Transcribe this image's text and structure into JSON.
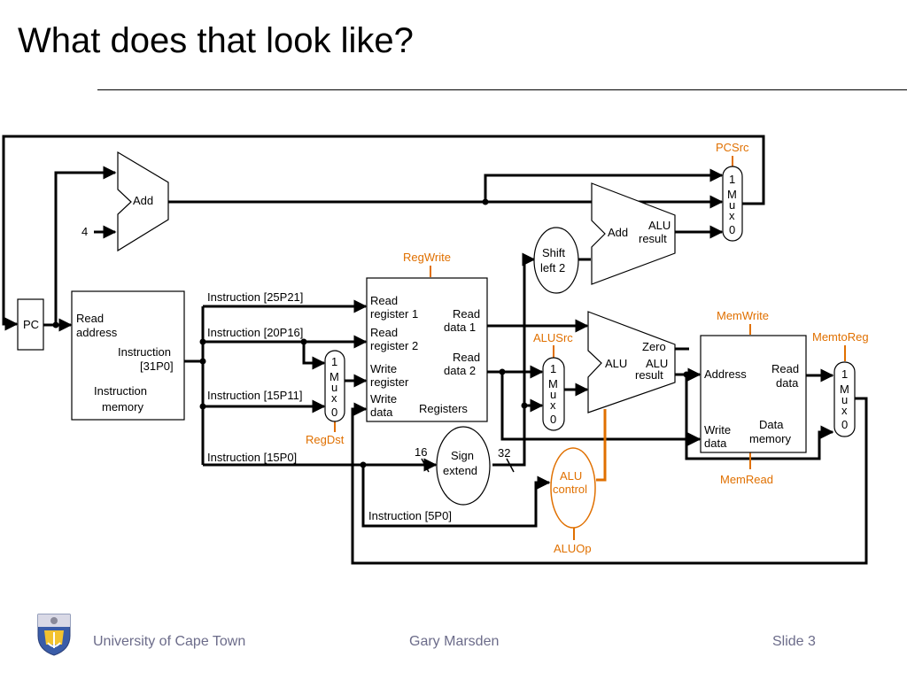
{
  "slide": {
    "title": "What does that look like?"
  },
  "diagram": {
    "pc": "PC",
    "add_top": "Add",
    "const_four": "4",
    "add_branch": "Add",
    "add_branch_result": [
      "ALU",
      "result"
    ],
    "shift_left": [
      "Shift",
      "left 2"
    ],
    "instr_mem": {
      "read_address": [
        "Read",
        "address"
      ],
      "instruction": [
        "Instruction",
        "[31P0]"
      ],
      "name": [
        "Instruction",
        "memory"
      ]
    },
    "instr_fields": {
      "f25_21": "Instruction [25P21]",
      "f20_16": "Instruction [20P16]",
      "f15_11": "Instruction [15P11]",
      "f15_0": "Instruction [15P0]",
      "f5_0": "Instruction [5P0]"
    },
    "registers": {
      "read_reg1": [
        "Read",
        "register 1"
      ],
      "read_reg2": [
        "Read",
        "register 2"
      ],
      "write_reg": [
        "Write",
        "register"
      ],
      "write_data": [
        "Write",
        "data"
      ],
      "read_data1": [
        "Read",
        "data 1"
      ],
      "read_data2": [
        "Read",
        "data 2"
      ],
      "name": "Registers"
    },
    "sign_extend": [
      "Sign",
      "extend"
    ],
    "bits_in": "16",
    "bits_out": "32",
    "alu": {
      "name": "ALU",
      "zero": "Zero",
      "result": [
        "ALU",
        "result"
      ]
    },
    "alu_control": [
      "ALU",
      "control"
    ],
    "data_mem": {
      "address": "Address",
      "read_data": [
        "Read",
        "data"
      ],
      "write_data": [
        "Write",
        "data"
      ],
      "name": [
        "Data",
        "memory"
      ]
    },
    "mux": [
      "1",
      "M",
      "u",
      "x",
      "0"
    ],
    "controls": {
      "pcsrc": "PCSrc",
      "regwrite": "RegWrite",
      "memwrite": "MemWrite",
      "alusrc": "ALUSrc",
      "memtoreg": "MemtoReg",
      "regdst": "RegDst",
      "memread": "MemRead",
      "aluop": "ALUOp"
    },
    "colors": {
      "wire": "#000000",
      "control": "#e07000"
    }
  },
  "footer": {
    "university": "University of Cape Town",
    "author": "Gary Marsden",
    "slide_number": "Slide 3",
    "logo_icon": "uct-crest-icon"
  }
}
